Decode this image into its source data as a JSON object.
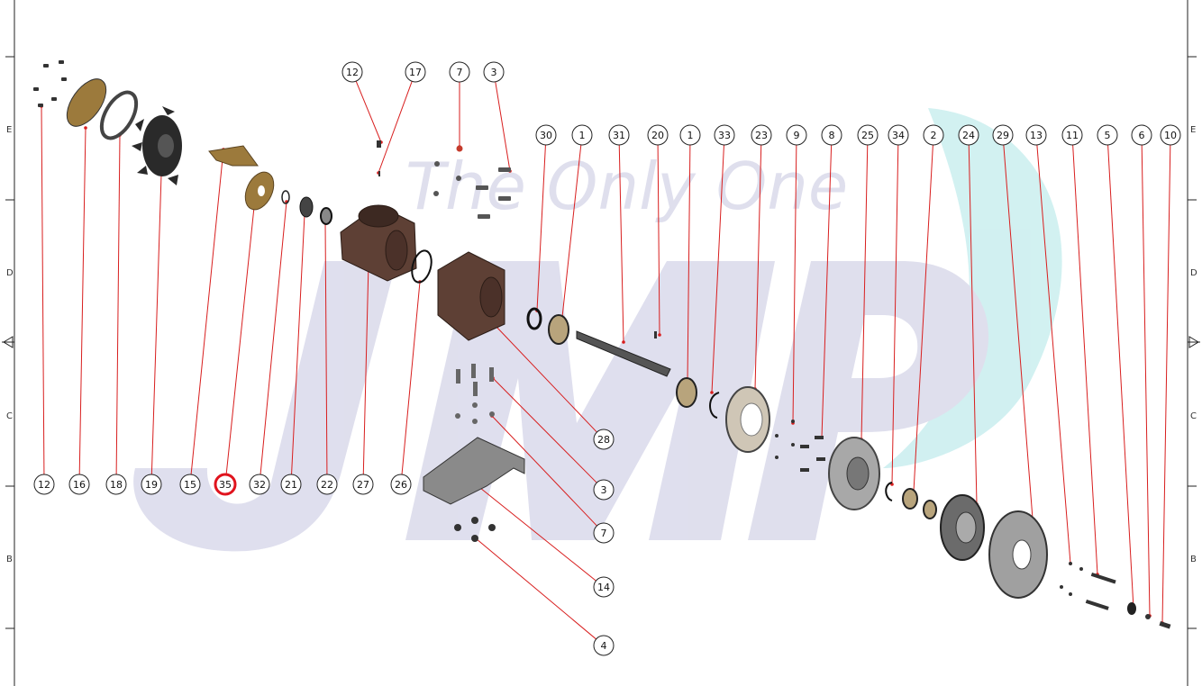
{
  "watermark": {
    "text": "The Only One",
    "color": "#dcdcec",
    "accent": "#cdeff0"
  },
  "frame": {
    "left_zones": [
      "E",
      "D",
      "C",
      "B"
    ],
    "right_zones": [
      "E",
      "D",
      "C",
      "B"
    ]
  },
  "balloons": {
    "bottom_row": [
      "12",
      "16",
      "18",
      "19",
      "15",
      "35",
      "32",
      "21",
      "22",
      "27",
      "26"
    ],
    "top_left": [
      "12",
      "17",
      "7",
      "3"
    ],
    "center": [
      "28",
      "3",
      "7",
      "14",
      "4"
    ],
    "top_right": [
      "30",
      "1",
      "31",
      "20",
      "1",
      "33",
      "23",
      "9",
      "8",
      "25",
      "34",
      "2",
      "24",
      "29",
      "13",
      "11",
      "5",
      "6",
      "10"
    ]
  },
  "highlighted_balloon": {
    "label": "35",
    "color": "#e0141e"
  },
  "colors": {
    "leader": "#d81e1e",
    "bronze": "#9c7a3c",
    "housing": "#5e4035",
    "steel": "#9a9a9a"
  }
}
